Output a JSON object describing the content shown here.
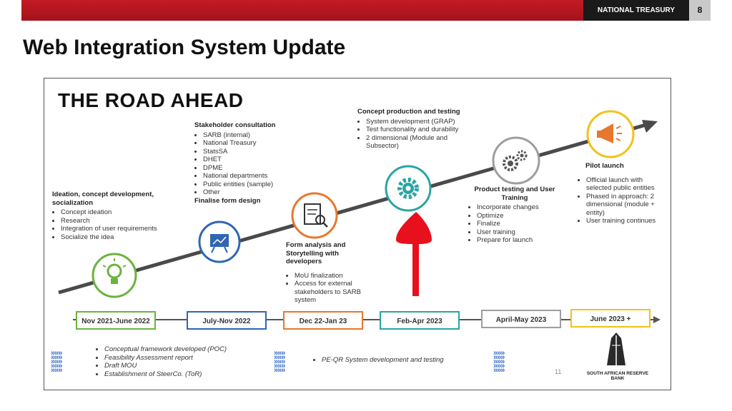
{
  "header": {
    "brand": "NATIONAL TREASURY",
    "page_number": "8"
  },
  "slide_title": "Web Integration System Update",
  "diagram": {
    "heading": "THE ROAD AHEAD",
    "stages": [
      {
        "heading": "Ideation, concept development, socialization",
        "icon": "lightbulb-icon",
        "color": "#6cb33f",
        "items": [
          "Concept ideation",
          "Research",
          "Integration of user requirements",
          "Socialize the idea"
        ]
      },
      {
        "heading": "Stakeholder consultation",
        "icon": "presentation-board-icon",
        "color": "#2f66b3",
        "items": [
          "SARB (internal)",
          "National Treasury",
          "StatsSA",
          "DHET",
          "DPME",
          "National departments",
          "Public entities (sample)",
          "Other"
        ],
        "footer": "Finalise form design"
      },
      {
        "heading": "Form analysis and Storytelling with developers",
        "icon": "document-magnifier-icon",
        "color": "#e8772e",
        "items": [
          "MoU finalization",
          "Access for external stakeholders to SARB system"
        ]
      },
      {
        "heading": "Concept production and testing",
        "icon": "gear-icon",
        "color": "#2aa4a4",
        "items": [
          "System development (GRAP)",
          "Test functionality and durability",
          "2 dimensional (Module and Subsector)"
        ]
      },
      {
        "heading": "Product testing and User Training",
        "icon": "gears-icon",
        "color": "#9e9e9e",
        "items": [
          "Incorporate changes",
          "Optimize",
          "Finalize",
          "User training",
          "Prepare for launch"
        ]
      },
      {
        "heading": "Pilot launch",
        "icon": "megaphone-icon",
        "color": "#f2c218",
        "items": [
          "Official launch with selected public entities",
          "Phased in approach: 2 dimensional (module + entity)",
          "User training continues"
        ]
      }
    ],
    "periods": [
      {
        "label": "Nov 2021-June 2022",
        "color": "#6cb33f"
      },
      {
        "label": "July-Nov 2022",
        "color": "#2f66b3"
      },
      {
        "label": "Dec 22-Jan 23",
        "color": "#e8772e"
      },
      {
        "label": "Feb-Apr 2023",
        "color": "#2aa4a4"
      },
      {
        "label": "April-May 2023",
        "color": "#9e9e9e"
      },
      {
        "label": "June 2023 +",
        "color": "#f2c218"
      }
    ],
    "bottom_left": [
      "Conceptual framework developed (POC)",
      "Feasibility Assessment report",
      "Draft MOU",
      "Establishment of SteerCo. (ToR)"
    ],
    "bottom_middle": [
      "PE-QR System development and testing"
    ],
    "slide_number": "11",
    "logo_text": "SOUTH AFRICAN RESERVE BANK",
    "highlight_arrow_color": "#e8101c"
  }
}
